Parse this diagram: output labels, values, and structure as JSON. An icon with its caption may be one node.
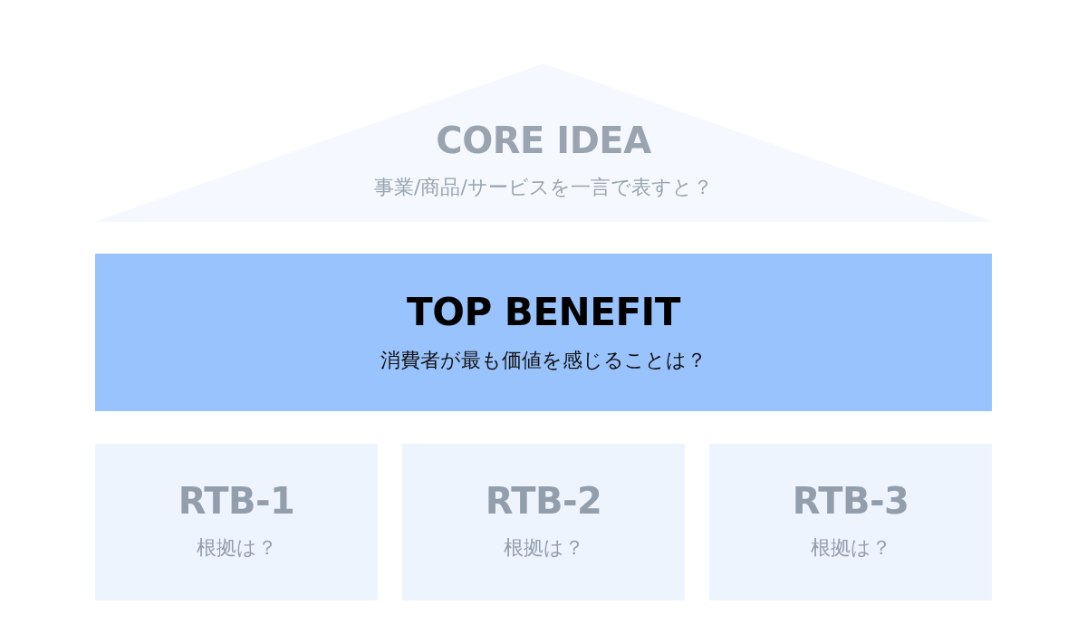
{
  "diagram": {
    "nodes": [
      {
        "text": [
          "CORE IDEA",
          "事業/商品/サービスを一言で表すと？"
        ]
      },
      {
        "text": [
          "TOP BENEFIT",
          "消費者が最も価値を感じることは？"
        ]
      },
      {
        "text": [
          "RTB-1",
          "根拠は？"
        ]
      },
      {
        "text": [
          "RTB-2",
          "根拠は？"
        ]
      },
      {
        "text": [
          "RTB-3",
          "根拠は？"
        ]
      }
    ]
  }
}
